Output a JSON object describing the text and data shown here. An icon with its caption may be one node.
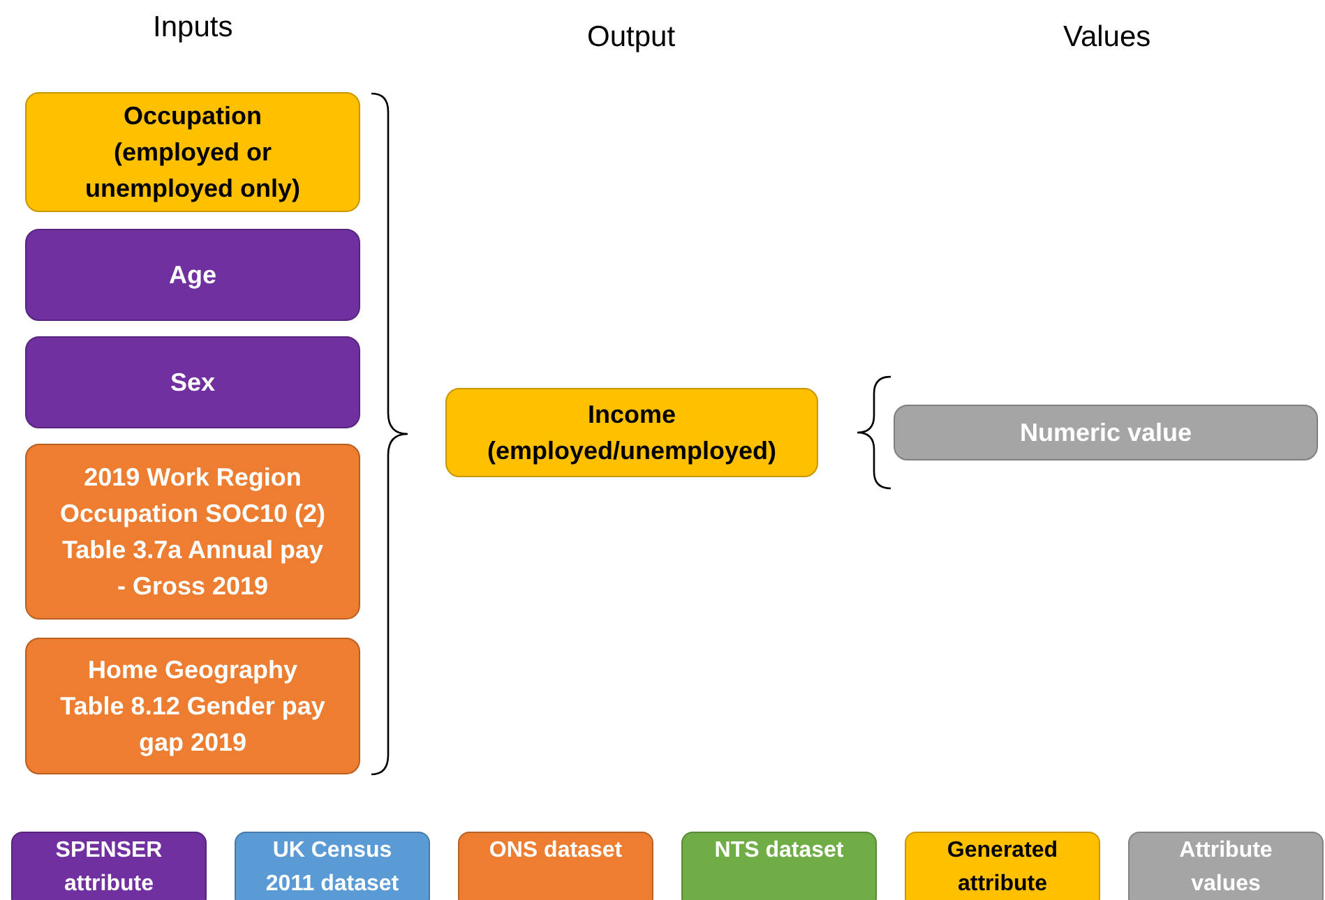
{
  "diagram": {
    "nodes": [
      {
        "text": [
          "Occupation (employed or unemployed only)"
        ]
      },
      {
        "text": [
          "Age"
        ]
      },
      {
        "text": [
          "Sex"
        ]
      },
      {
        "text": [
          "2019 Work Region Occupation SOC10 (2) Table 3.7a Annual pay - Gross 2019"
        ]
      },
      {
        "text": [
          "Home Geography Table 8.12 Gender pay gap 2019"
        ]
      },
      {
        "text": [
          "Income (employed/unemployed)"
        ]
      },
      {
        "text": [
          "Numeric value"
        ]
      }
    ],
    "labels": [
      "Inputs",
      "Output",
      "Values"
    ],
    "legend": [
      {
        "text": "SPENSER attribute",
        "color": "#7030a0"
      },
      {
        "text": "UK Census 2011 dataset",
        "color": "#5b9bd5"
      },
      {
        "text": "ONS dataset",
        "color": "#ed7d31"
      },
      {
        "text": "NTS dataset",
        "color": "#70ad47"
      },
      {
        "text": "Generated attribute",
        "color": "#ffc000"
      },
      {
        "text": "Attribute values",
        "color": "#a5a5a5"
      }
    ]
  }
}
